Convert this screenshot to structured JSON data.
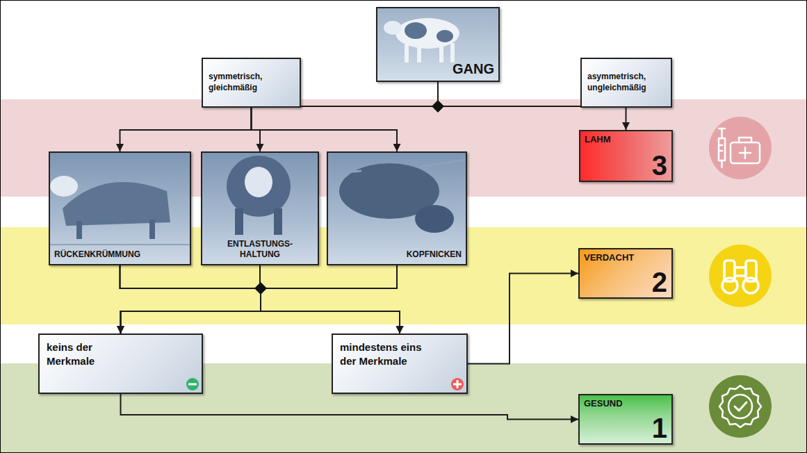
{
  "diagram": {
    "nodes": [
      {
        "text": [
          "GANG"
        ]
      },
      {
        "text": [
          "symmetrisch, gleichmäßig"
        ]
      },
      {
        "text": [
          "asymmetrisch, ungleichmäßig"
        ]
      },
      {
        "text": [
          "LAHM",
          "3"
        ]
      },
      {
        "text": [
          "RÜCKENKRÜMMUNG"
        ]
      },
      {
        "text": [
          "ENTLASTUNGS- HALTUNG"
        ]
      },
      {
        "text": [
          "KOPFNICKEN"
        ]
      },
      {
        "text": [
          "keins der Merkmale"
        ]
      },
      {
        "text": [
          "mindestens eins der Merkmale"
        ]
      },
      {
        "text": [
          "VERDACHT",
          "2"
        ]
      },
      {
        "text": [
          "GESUND",
          "1"
        ]
      }
    ],
    "edges": [
      {
        "from": 0,
        "to": 1,
        "arrow": "none"
      },
      {
        "from": 0,
        "to": 2,
        "arrow": "none"
      },
      {
        "from": 2,
        "to": 3,
        "arrow": "to"
      },
      {
        "from": 1,
        "to": 4,
        "arrow": "to"
      },
      {
        "from": 1,
        "to": 5,
        "arrow": "to"
      },
      {
        "from": 1,
        "to": 6,
        "arrow": "to"
      },
      {
        "from": 4,
        "to": 7,
        "arrow": "to"
      },
      {
        "from": 4,
        "to": 8,
        "arrow": "to"
      },
      {
        "from": 5,
        "to": 7,
        "arrow": "to"
      },
      {
        "from": 5,
        "to": 8,
        "arrow": "to"
      },
      {
        "from": 6,
        "to": 7,
        "arrow": "to"
      },
      {
        "from": 6,
        "to": 8,
        "arrow": "to"
      },
      {
        "from": 8,
        "to": 9,
        "arrow": "to"
      },
      {
        "from": 7,
        "to": 10,
        "arrow": "to"
      }
    ]
  }
}
